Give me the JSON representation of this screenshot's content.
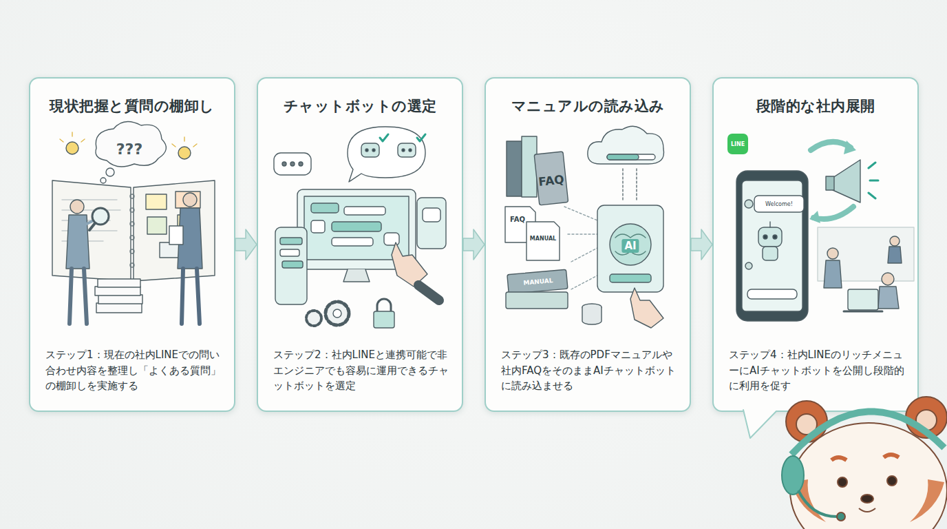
{
  "diagram": {
    "nodes": [
      {
        "text": [
          "現状把握と質問の棚卸し",
          "ステップ1：現在の社内LINEでの問い合わせ内容を整理し「よくある質問」の棚卸しを実施する"
        ]
      },
      {
        "text": [
          "チャットボットの選定",
          "ステップ2：社内LINEと連携可能で非エンジニアでも容易に運用できるチャットボットを選定"
        ]
      },
      {
        "text": [
          "マニュアルの読み込み",
          "ステップ3：既存のPDFマニュアルや社内FAQをそのままAIチャットボットに読み込ませる"
        ]
      },
      {
        "text": [
          "段階的な社内展開",
          "ステップ4：社内LINEのリッチメニューにAIチャットボットを公開し段階的に利用を促す"
        ]
      }
    ],
    "edges": [
      {
        "from": 0,
        "to": 1,
        "arrow": "to"
      },
      {
        "from": 1,
        "to": 2,
        "arrow": "to"
      },
      {
        "from": 2,
        "to": 3,
        "arrow": "to"
      }
    ],
    "labels": [
      "???",
      "FAQ",
      "FAQ",
      "MANUAL",
      "MANUAL",
      "AI",
      "LINE",
      "Welcome!"
    ]
  }
}
